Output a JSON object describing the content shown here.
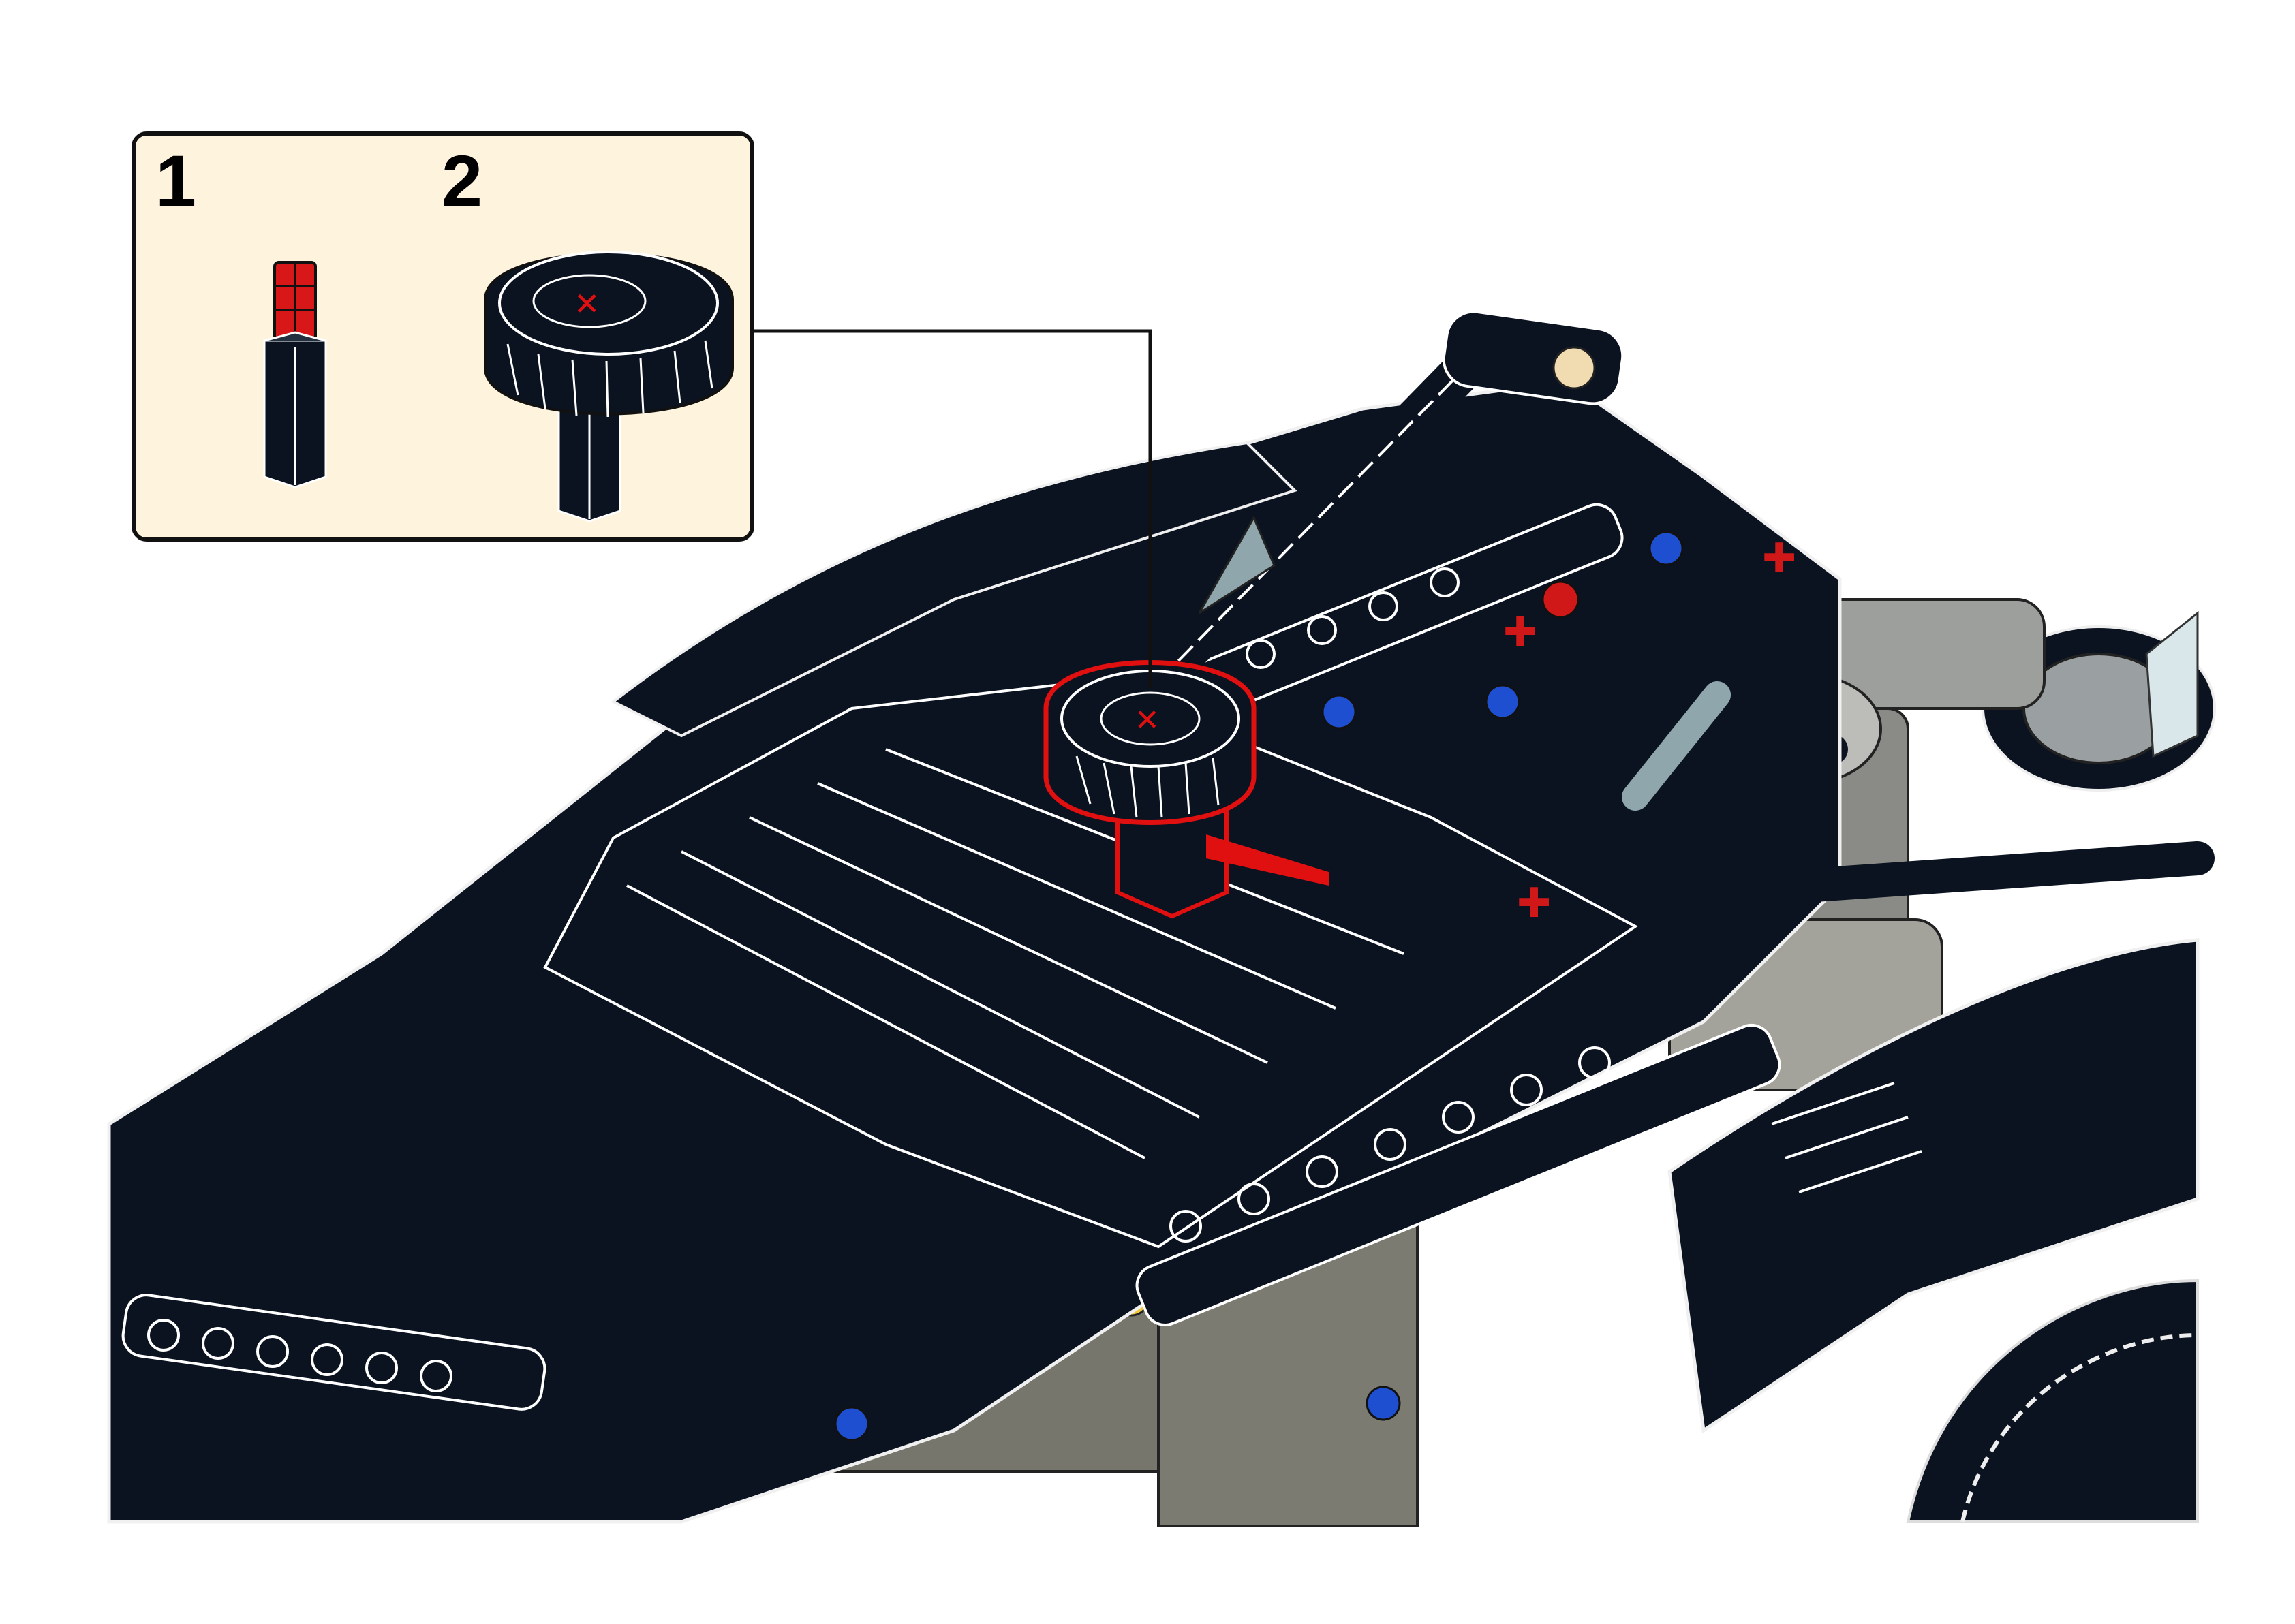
{
  "callout": {
    "substeps": [
      {
        "number": "1",
        "part": "axle-with-red-extension"
      },
      {
        "number": "2",
        "part": "gear-on-axle"
      }
    ]
  },
  "colors": {
    "panel_bg": "#fef4de",
    "model_black": "#0b1320",
    "highlight_red": "#e01010",
    "accent_blue": "#1e4fd0",
    "gray_part": "#8e8e86",
    "light_gray": "#c6c8c6"
  },
  "icons": [
    "axle-icon",
    "gear-icon",
    "pointer-line"
  ]
}
